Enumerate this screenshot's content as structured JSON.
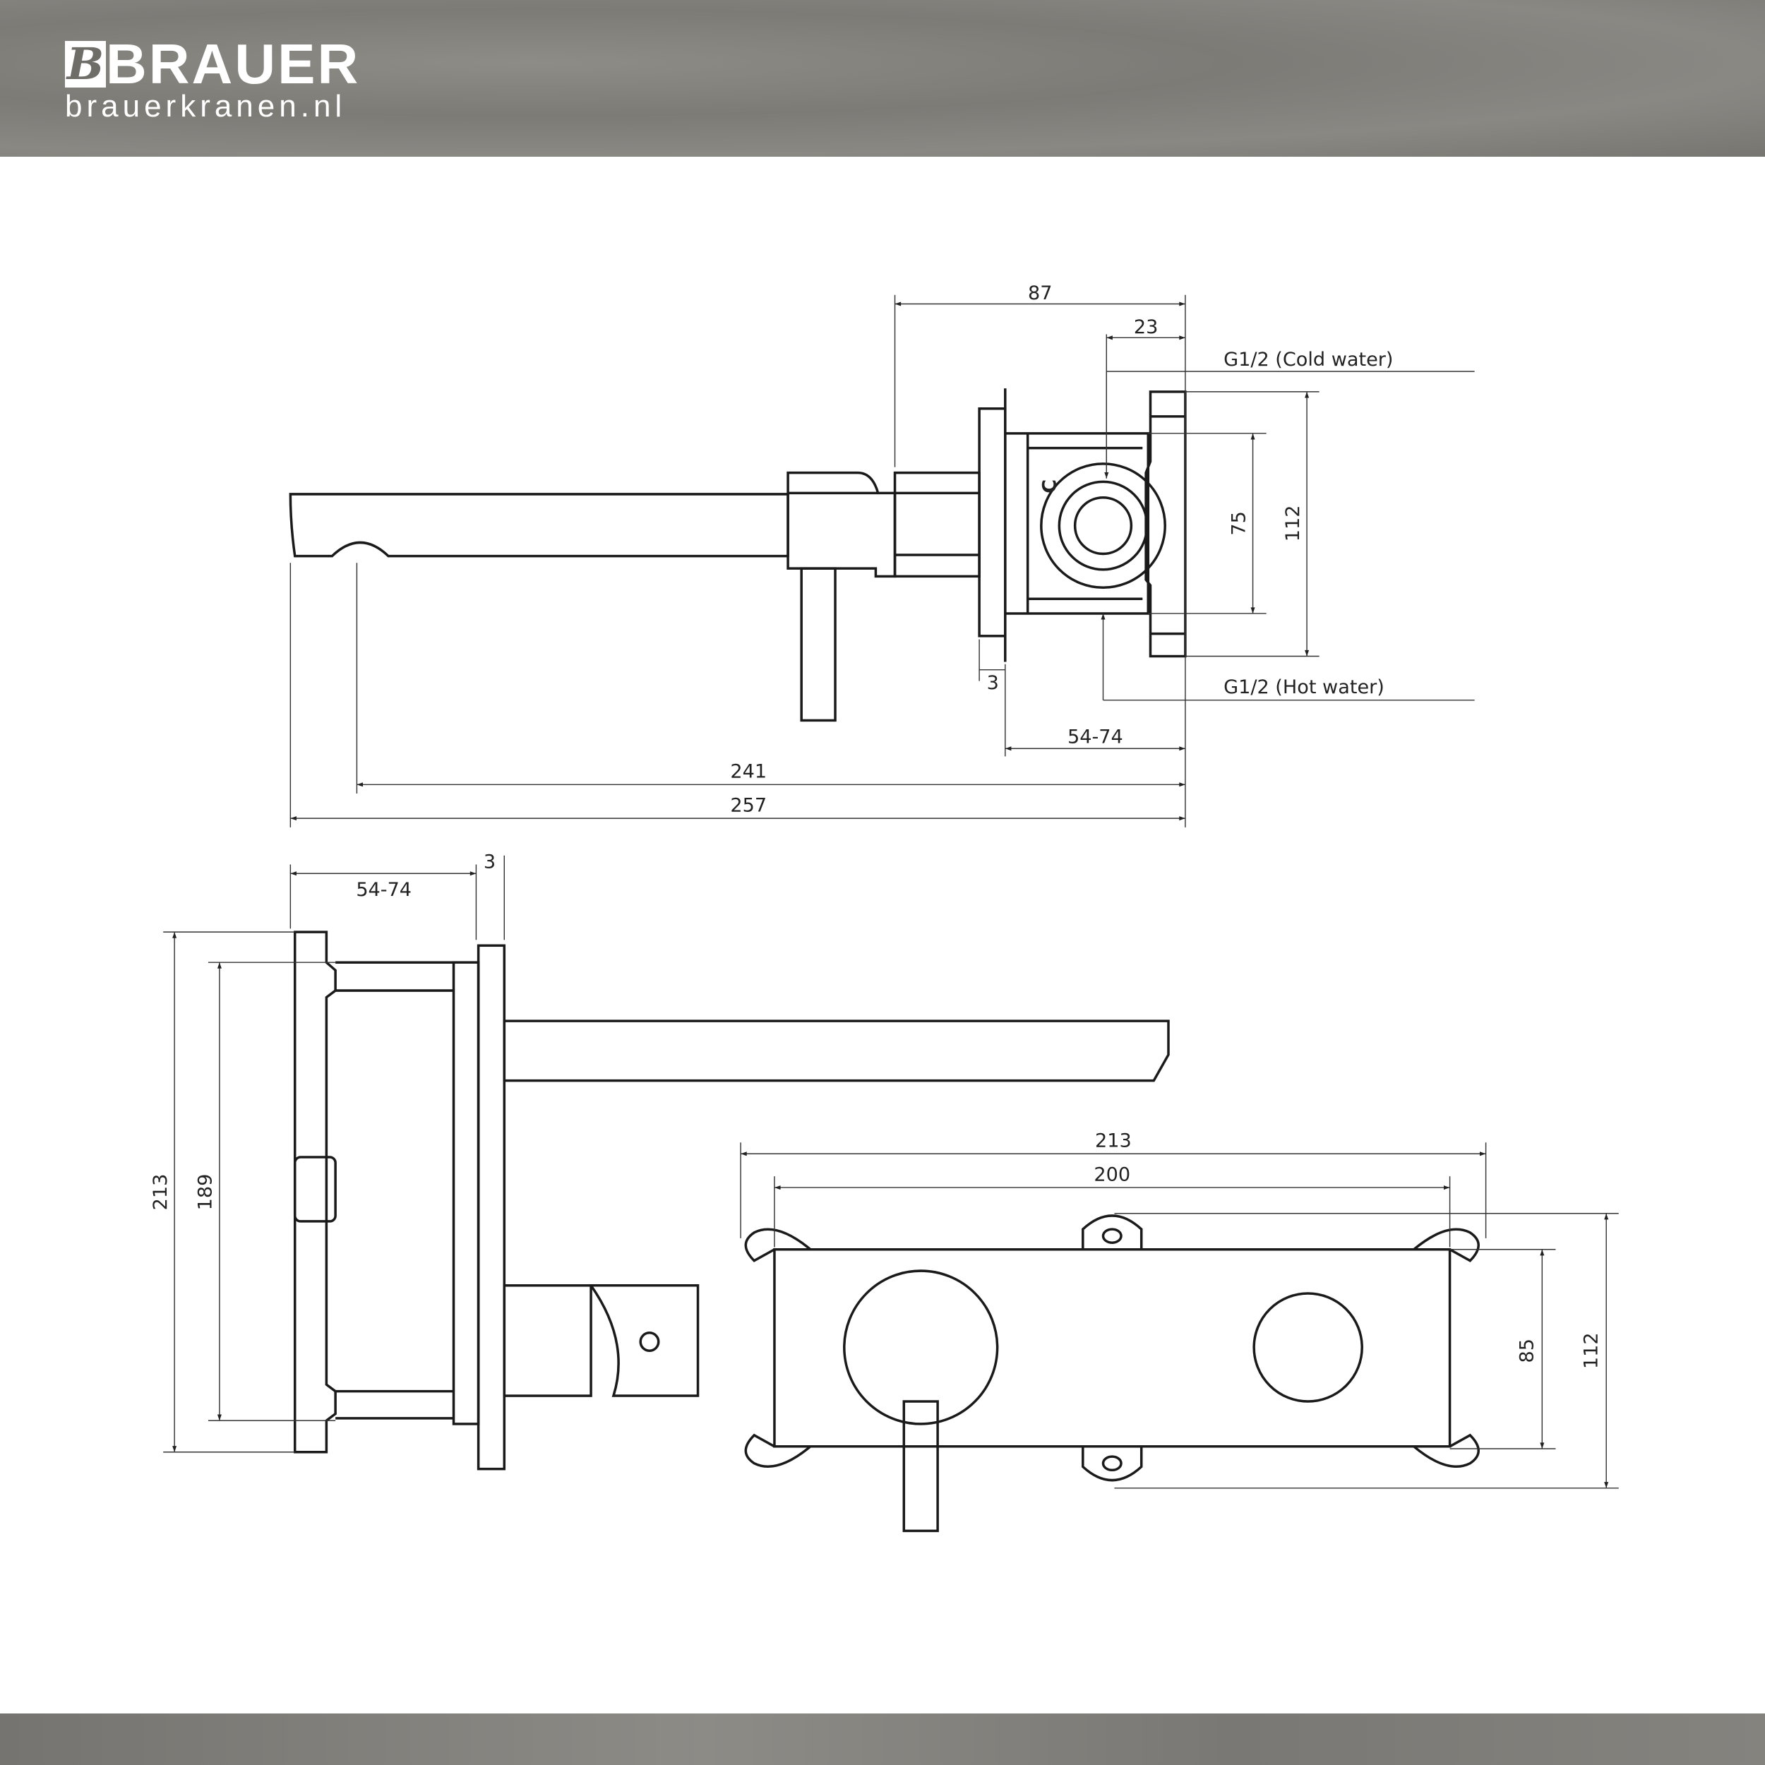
{
  "brand": {
    "name": "BRAUER",
    "mark": "B",
    "url": "brauerkranen.nl"
  },
  "top_view": {
    "dims": {
      "d87": "87",
      "d23": "23",
      "d75": "75",
      "d112": "112",
      "d3": "3",
      "d5474": "54-74",
      "d241": "241",
      "d257": "257"
    },
    "cold_label": "G1/2 (Cold water)",
    "hot_label": "G1/2 (Hot water)",
    "c_mark": "C"
  },
  "side_view": {
    "dims": {
      "d5474": "54-74",
      "d3": "3",
      "d213": "213",
      "d189": "189"
    }
  },
  "front_view": {
    "dims": {
      "d213": "213",
      "d200": "200",
      "d85": "85",
      "d112": "112"
    }
  }
}
